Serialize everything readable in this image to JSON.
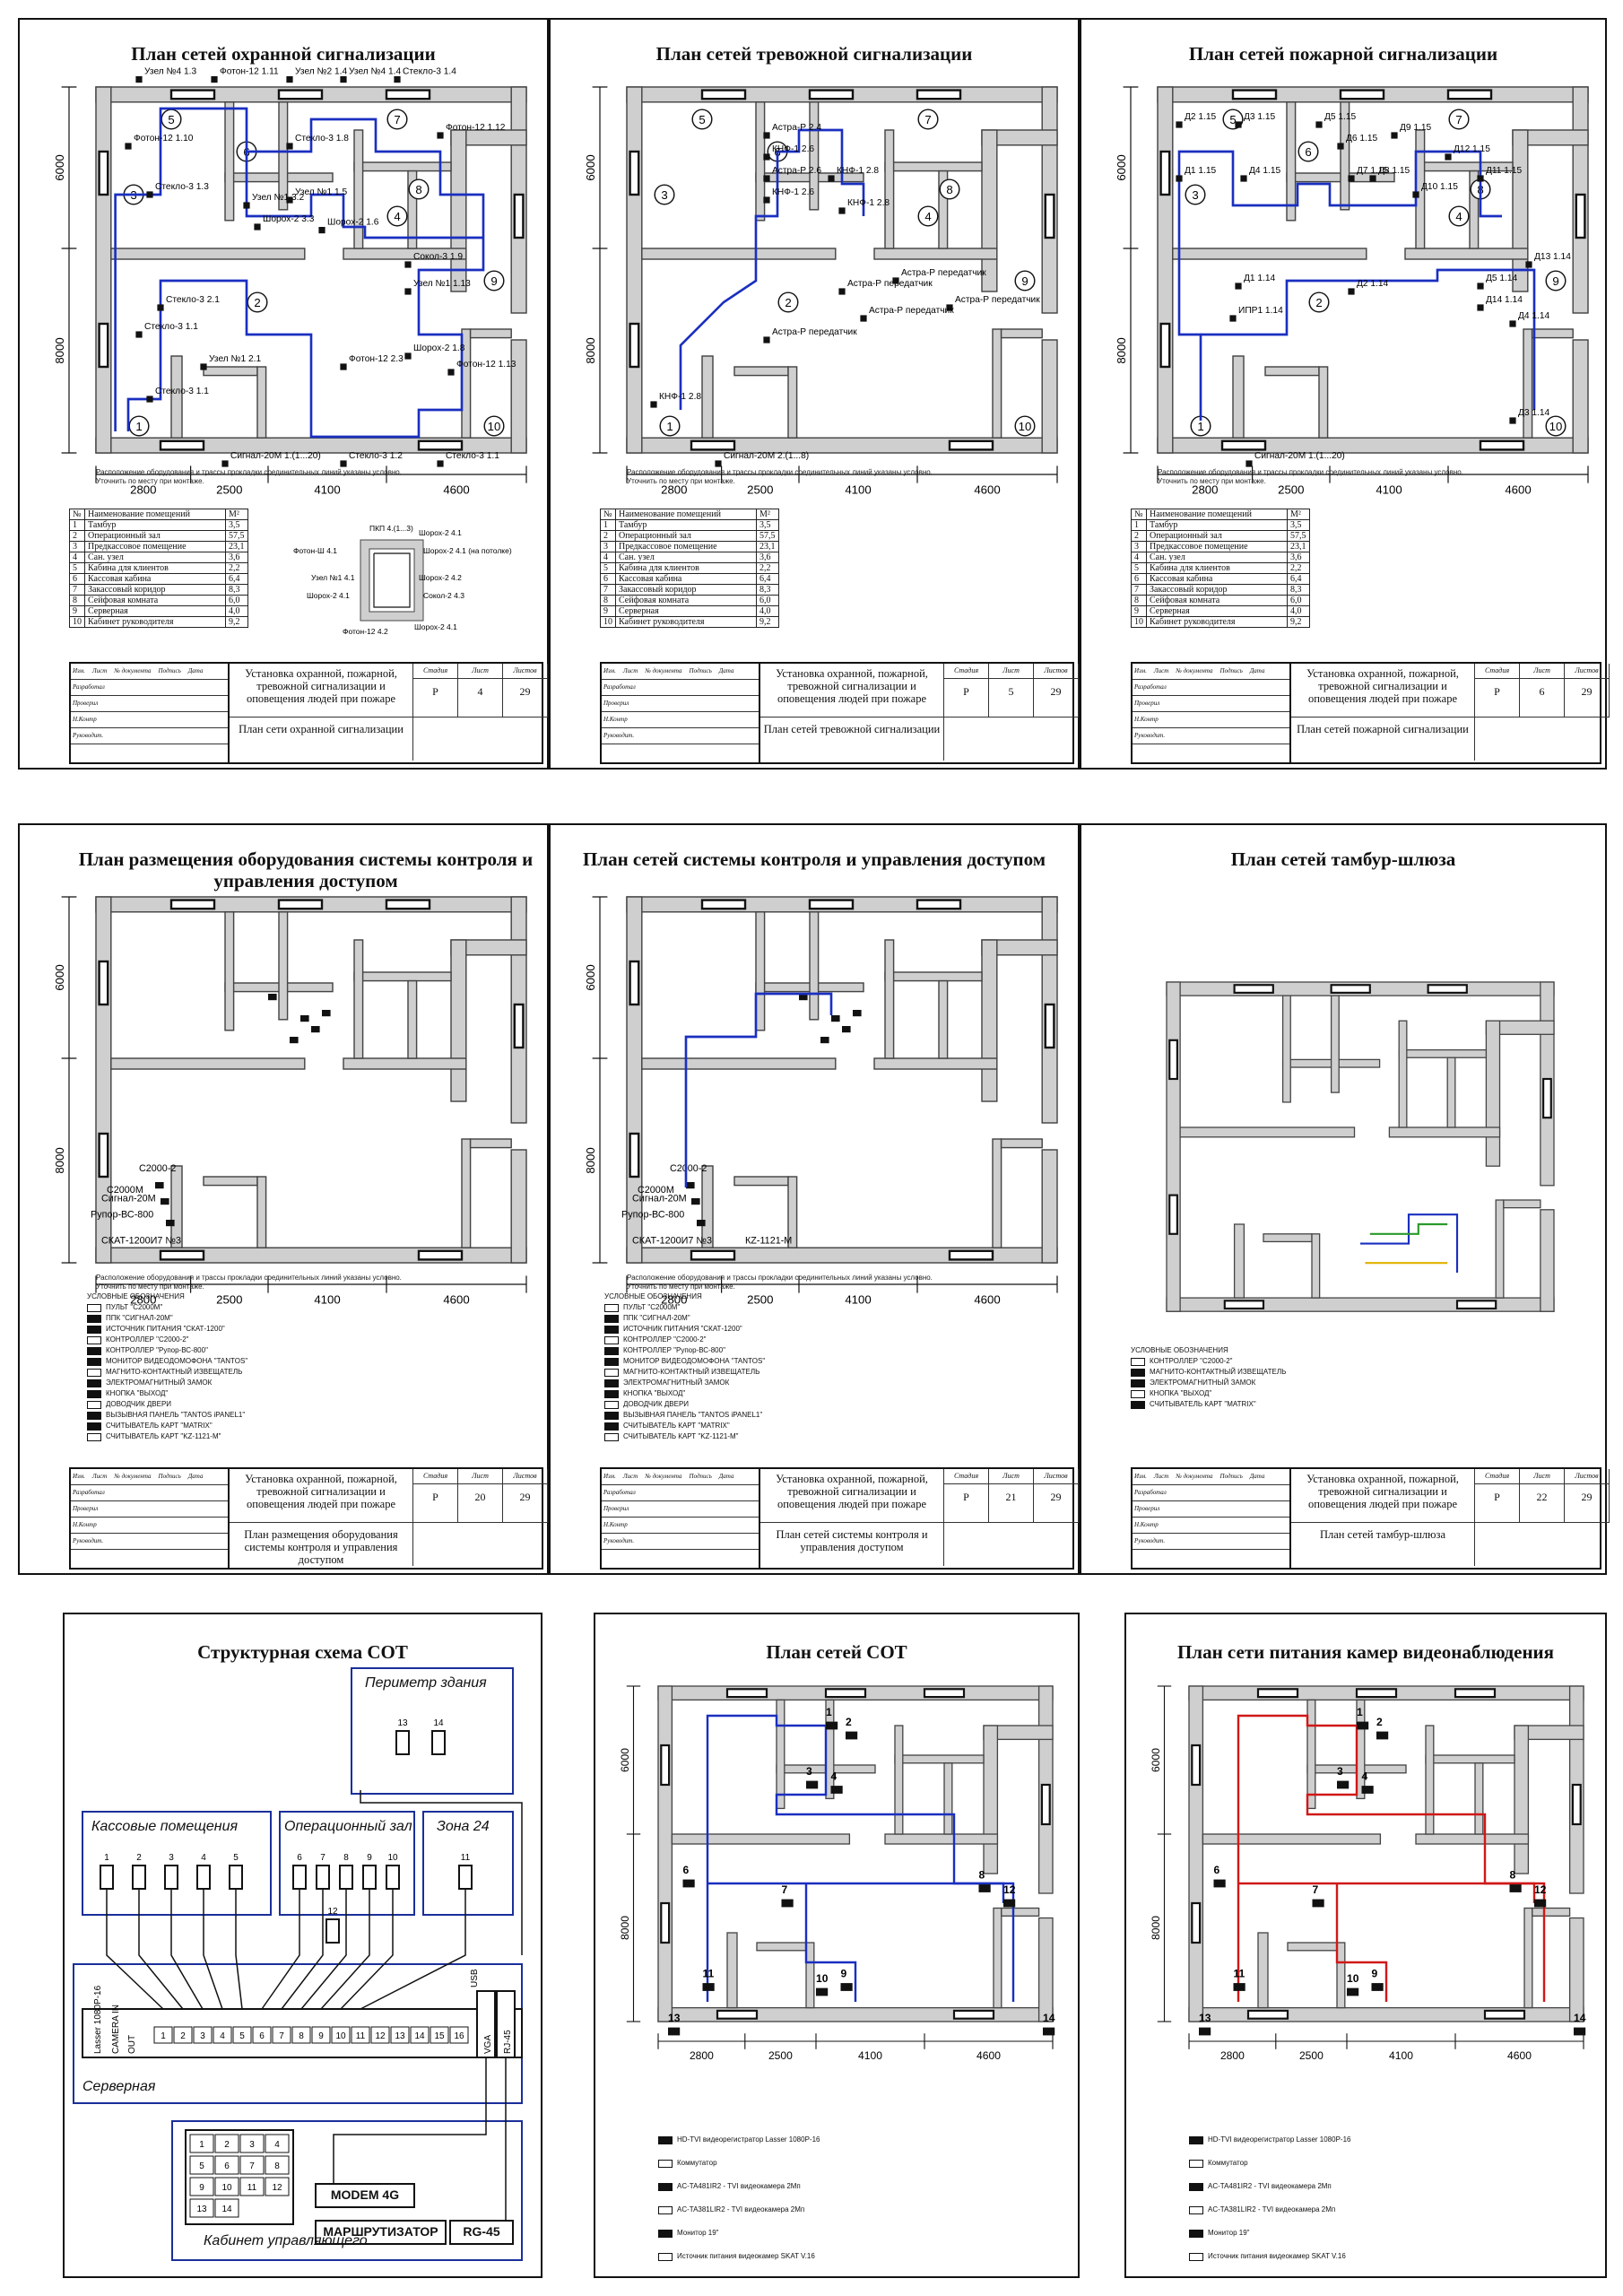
{
  "common": {
    "note_line1": "Расположение оборудования и трассы прокладки соединительных линий указаны условно.",
    "note_line2": "Уточнить по месту при монтаже.",
    "dims": [
      "2800",
      "2500",
      "4100",
      "4600"
    ],
    "vdims": [
      "6000",
      "8000"
    ],
    "stamp_labels": {
      "izm": "Изм.",
      "list": "Лист",
      "ndoc": "№ документа",
      "podp": "Подпись",
      "data": "Дата",
      "razrab": "Разработал",
      "prover": "Проверил",
      "nkontr": "Н.Контр",
      "rukov": "Руководит.",
      "stadia": "Стадия",
      "list2": "Лист",
      "listov": "Листов"
    },
    "stamp_title_a": "Установка охранной, пожарной, тревожной сигнализации и оповещения людей при пожаре",
    "stadia": "Р",
    "listov": "29"
  },
  "rooms": {
    "header": [
      "№",
      "Наименование помещений",
      "М²"
    ],
    "rows": [
      [
        "1",
        "Тамбур",
        "3,5"
      ],
      [
        "2",
        "Операционный зал",
        "57,5"
      ],
      [
        "3",
        "Предкассовое помещение",
        "23,1"
      ],
      [
        "4",
        "Сан. узел",
        "3,6"
      ],
      [
        "5",
        "Кабина для клиентов",
        "2,2"
      ],
      [
        "6",
        "Кассовая кабина",
        "6,4"
      ],
      [
        "7",
        "Закассовый коридор",
        "8,3"
      ],
      [
        "8",
        "Сейфовая комната",
        "6,0"
      ],
      [
        "9",
        "Серверная",
        "4,0"
      ],
      [
        "10",
        "Кабинет руководителя",
        "9,2"
      ]
    ]
  },
  "sheets": [
    {
      "title": "План сетей охранной сигнализации",
      "sheet_no": "4",
      "name": "План сети охранной сигнализации"
    },
    {
      "title": "План сетей тревожной сигнализации",
      "sheet_no": "5",
      "name": "План сетей тревожной сигнализации"
    },
    {
      "title": "План сетей пожарной сигнализации",
      "sheet_no": "6",
      "name": "План сетей пожарной сигнализации"
    },
    {
      "title": "План размещения оборудования системы контроля и управления доступом",
      "sheet_no": "20",
      "name": "План размещения оборудования системы контроля и управления доступом"
    },
    {
      "title": "План сетей системы контроля и управления доступом",
      "sheet_no": "21",
      "name": "План сетей системы контроля и управления доступом"
    },
    {
      "title": "План сетей тамбур-шлюза",
      "sheet_no": "22",
      "name": "План сетей тамбур-шлюза"
    },
    {
      "title": "Структурная схема СОТ"
    },
    {
      "title": "План сетей СОТ"
    },
    {
      "title": "План сети питания камер видеонаблюдения"
    }
  ],
  "labels_security": [
    "Узел №4 1.3",
    "Фотон-12 1.11",
    "Узел №2 1.4",
    "Узел №4 1.4",
    "Стекло-3 1.4",
    "Фотон-12 1.10",
    "Фотон-12 1.12",
    "Стекло-3 1.8",
    "Стекло-3 1.3",
    "Узел №1 3.2",
    "Шорох-2 3.3",
    "Узел №1 1.5",
    "Шорох-2 1.6",
    "Сокол-3 1.9",
    "Узел №1 1.13",
    "Стекло-3 2.1",
    "Стекло-3 1.1",
    "Узел №1 2.1",
    "Шорох-2 1.8",
    "Фотон-12 2.3",
    "Фотон-12 1.13",
    "Стекло-3 1.1",
    "Сигнал-20М 1.(1...20)",
    "Стекло-3 1.2",
    "Стекло-3 1.1"
  ],
  "detail_labels": [
    "ПКП 4.(1...3)",
    "Шорох-2 4.1",
    "Фотон-Ш 4.1",
    "Узел №1 4.1",
    "Шорох-2 4.1",
    "Шорох-2 4.1 (на потолке)",
    "Шорох-2 4.2",
    "Сокол-2 4.3",
    "Фотон-12 4.2",
    "Шорох-2 4.1"
  ],
  "labels_alarm": [
    "Астра-Р 2.4",
    "КНФ-1 2.6",
    "Астра-Р 2.6",
    "КНФ-1 2.6",
    "КНФ-1 2.8",
    "КНФ-1 2.8",
    "Астра-Р передатчик",
    "Астра-Р передатчик",
    "Астра-Р передатчик",
    "Астра-Р передатчик",
    "Астра-Р передатчик",
    "КНФ-1 2.8",
    "Сигнал-20М 2.(1...8)"
  ],
  "labels_fire": [
    "Д2 1.15",
    "Д3 1.15",
    "Д1 1.15",
    "Д4 1.15",
    "Д5 1.15",
    "Д6 1.15",
    "Д7 1.15",
    "Д8 1.15",
    "Д9 1.15",
    "Д10 1.15",
    "Д11 1.15",
    "Д12 1.15",
    "Д13 1.14",
    "Д14 1.14",
    "Д1 1.14",
    "ИПР1 1.14",
    "Д2 1.14",
    "Д5 1.14",
    "Д4 1.14",
    "Д3 1.14",
    "Сигнал-20М 1.(1...20)"
  ],
  "skud_labels": [
    "С2000-2",
    "С2000М",
    "Сигнал-20М",
    "Рупор-ВС-800",
    "СКАТ-1200И7 №3",
    "КZ-1121-М"
  ],
  "legend_skud": [
    "ПУЛЬТ \"С2000М\"",
    "ППК \"СИГНАЛ-20М\"",
    "ИСТОЧНИК ПИТАНИЯ \"СКАТ-1200\"",
    "КОНТРОЛЛЕР \"С2000-2\"",
    "КОНТРОЛЛЕР \"Рупор-ВС-800\"",
    "МОНИТОР ВИДЕОДОМОФОНА \"TANTOS\"",
    "МАГНИТО-КОНТАКТНЫЙ ИЗВЕЩАТЕЛЬ",
    "ЭЛЕКТРОМАГНИТНЫЙ ЗАМОК",
    "КНОПКА \"ВЫХОД\"",
    "ДОВОДЧИК ДВЕРИ",
    "ВЫЗЫВНАЯ ПАНЕЛЬ \"TANTOS iPANEL1\"",
    "СЧИТЫВАТЕЛЬ КАРТ \"MATRIX\"",
    "СЧИТЫВАТЕЛЬ КАРТ \"KZ-1121-M\""
  ],
  "legend_title": "УСЛОВНЫЕ ОБОЗНАЧЕНИЯ",
  "legend_tambur": [
    "КОНТРОЛЛЕР \"С2000-2\"",
    "МАГНИТО-КОНТАКТНЫЙ ИЗВЕЩАТЕЛЬ",
    "ЭЛЕКТРОМАГНИТНЫЙ ЗАМОК",
    "КНОПКА \"ВЫХОД\"",
    "СЧИТЫВАТЕЛЬ КАРТ \"MATRIX\""
  ],
  "struct": {
    "perimeter": "Периметр здания",
    "cash": "Кассовые помещения",
    "hall": "Операционный зал",
    "zone": "Зона 24",
    "server": "Серверная",
    "office": "Кабинет управляющего",
    "recorder": "Lasser 1080P-16",
    "cam_in": "CAMERA IN",
    "out": "OUT",
    "vga": "VGA",
    "usb": "USB",
    "rj45": "RJ-45",
    "modem": "MODEM 4G",
    "router": "МАРШРУТИЗАТОР",
    "rg45": "RG-45",
    "ports": [
      "1",
      "2",
      "3",
      "4",
      "5",
      "6",
      "7",
      "8",
      "9",
      "10",
      "11",
      "12",
      "13",
      "14",
      "15",
      "16"
    ],
    "monitor": [
      "1",
      "2",
      "3",
      "4",
      "5",
      "6",
      "7",
      "8",
      "9",
      "10",
      "11",
      "12",
      "13",
      "14"
    ],
    "cams_cash": [
      "1",
      "2",
      "3",
      "4",
      "5"
    ],
    "cams_hall": [
      "6",
      "7",
      "8",
      "9",
      "10"
    ],
    "cams_zone": [
      "11"
    ],
    "cams_perim": [
      "13",
      "14"
    ],
    "cam_12": "12"
  },
  "legend_cot": [
    "HD-TVI видеорегистратор Lasser 1080P-16",
    "Коммутатор",
    "AC-TA481IR2 - TVI видеокамера 2Мп",
    "AC-TA381LIR2 - TVI видеокамера 2Мп",
    "Монитор 19\"",
    "Источник питания видеокамер SKAT V.16"
  ],
  "cam_numbers": [
    "1",
    "2",
    "3",
    "4",
    "6",
    "7",
    "8",
    "9",
    "10",
    "11",
    "12",
    "13",
    "14"
  ],
  "room_numbers": [
    "1",
    "2",
    "3",
    "4",
    "5",
    "6",
    "7",
    "8",
    "9",
    "10"
  ]
}
